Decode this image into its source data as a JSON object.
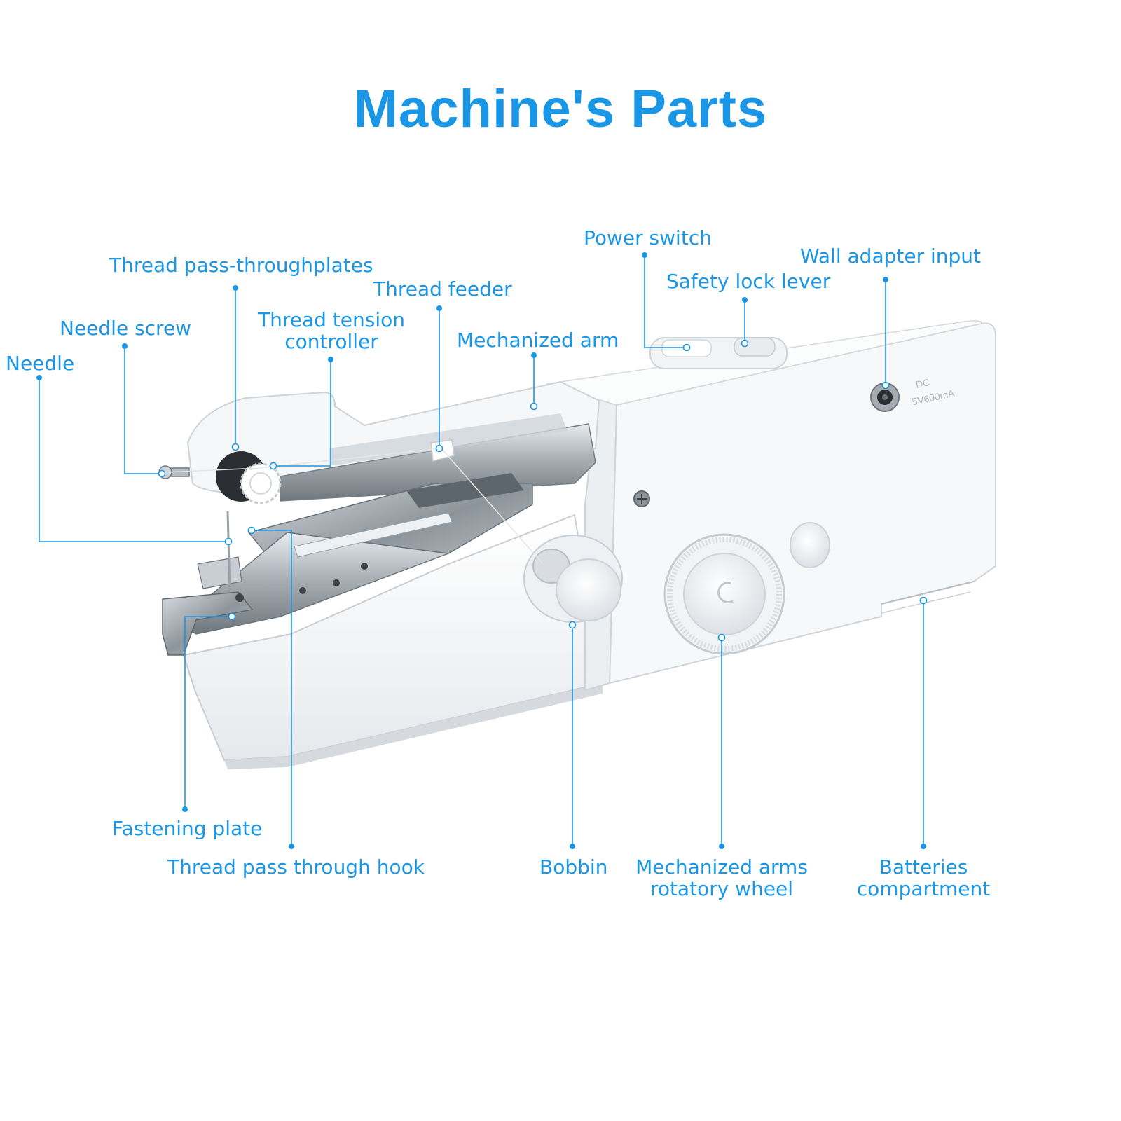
{
  "title": "Machine's Parts",
  "accent_color": "#1a96e6",
  "device": {
    "rating_line1": "DC",
    "rating_line2": "5V600mA"
  },
  "labels": {
    "needle": "Needle",
    "needle_screw": "Needle screw",
    "thread_pass_throughplates": "Thread pass-throughplates",
    "thread_tension_line1": "Thread tension",
    "thread_tension_line2": "controller",
    "thread_feeder": "Thread feeder",
    "mechanized_arm": "Mechanized arm",
    "power_switch": "Power switch",
    "safety_lock_lever": "Safety lock lever",
    "wall_adapter_input": "Wall adapter input",
    "fastening_plate": "Fastening plate",
    "thread_pass_through_hook": "Thread pass through hook",
    "bobbin": "Bobbin",
    "rotatory_wheel_line1": "Mechanized arms",
    "rotatory_wheel_line2": "rotatory wheel",
    "batteries_line1": "Batteries",
    "batteries_line2": "compartment"
  }
}
